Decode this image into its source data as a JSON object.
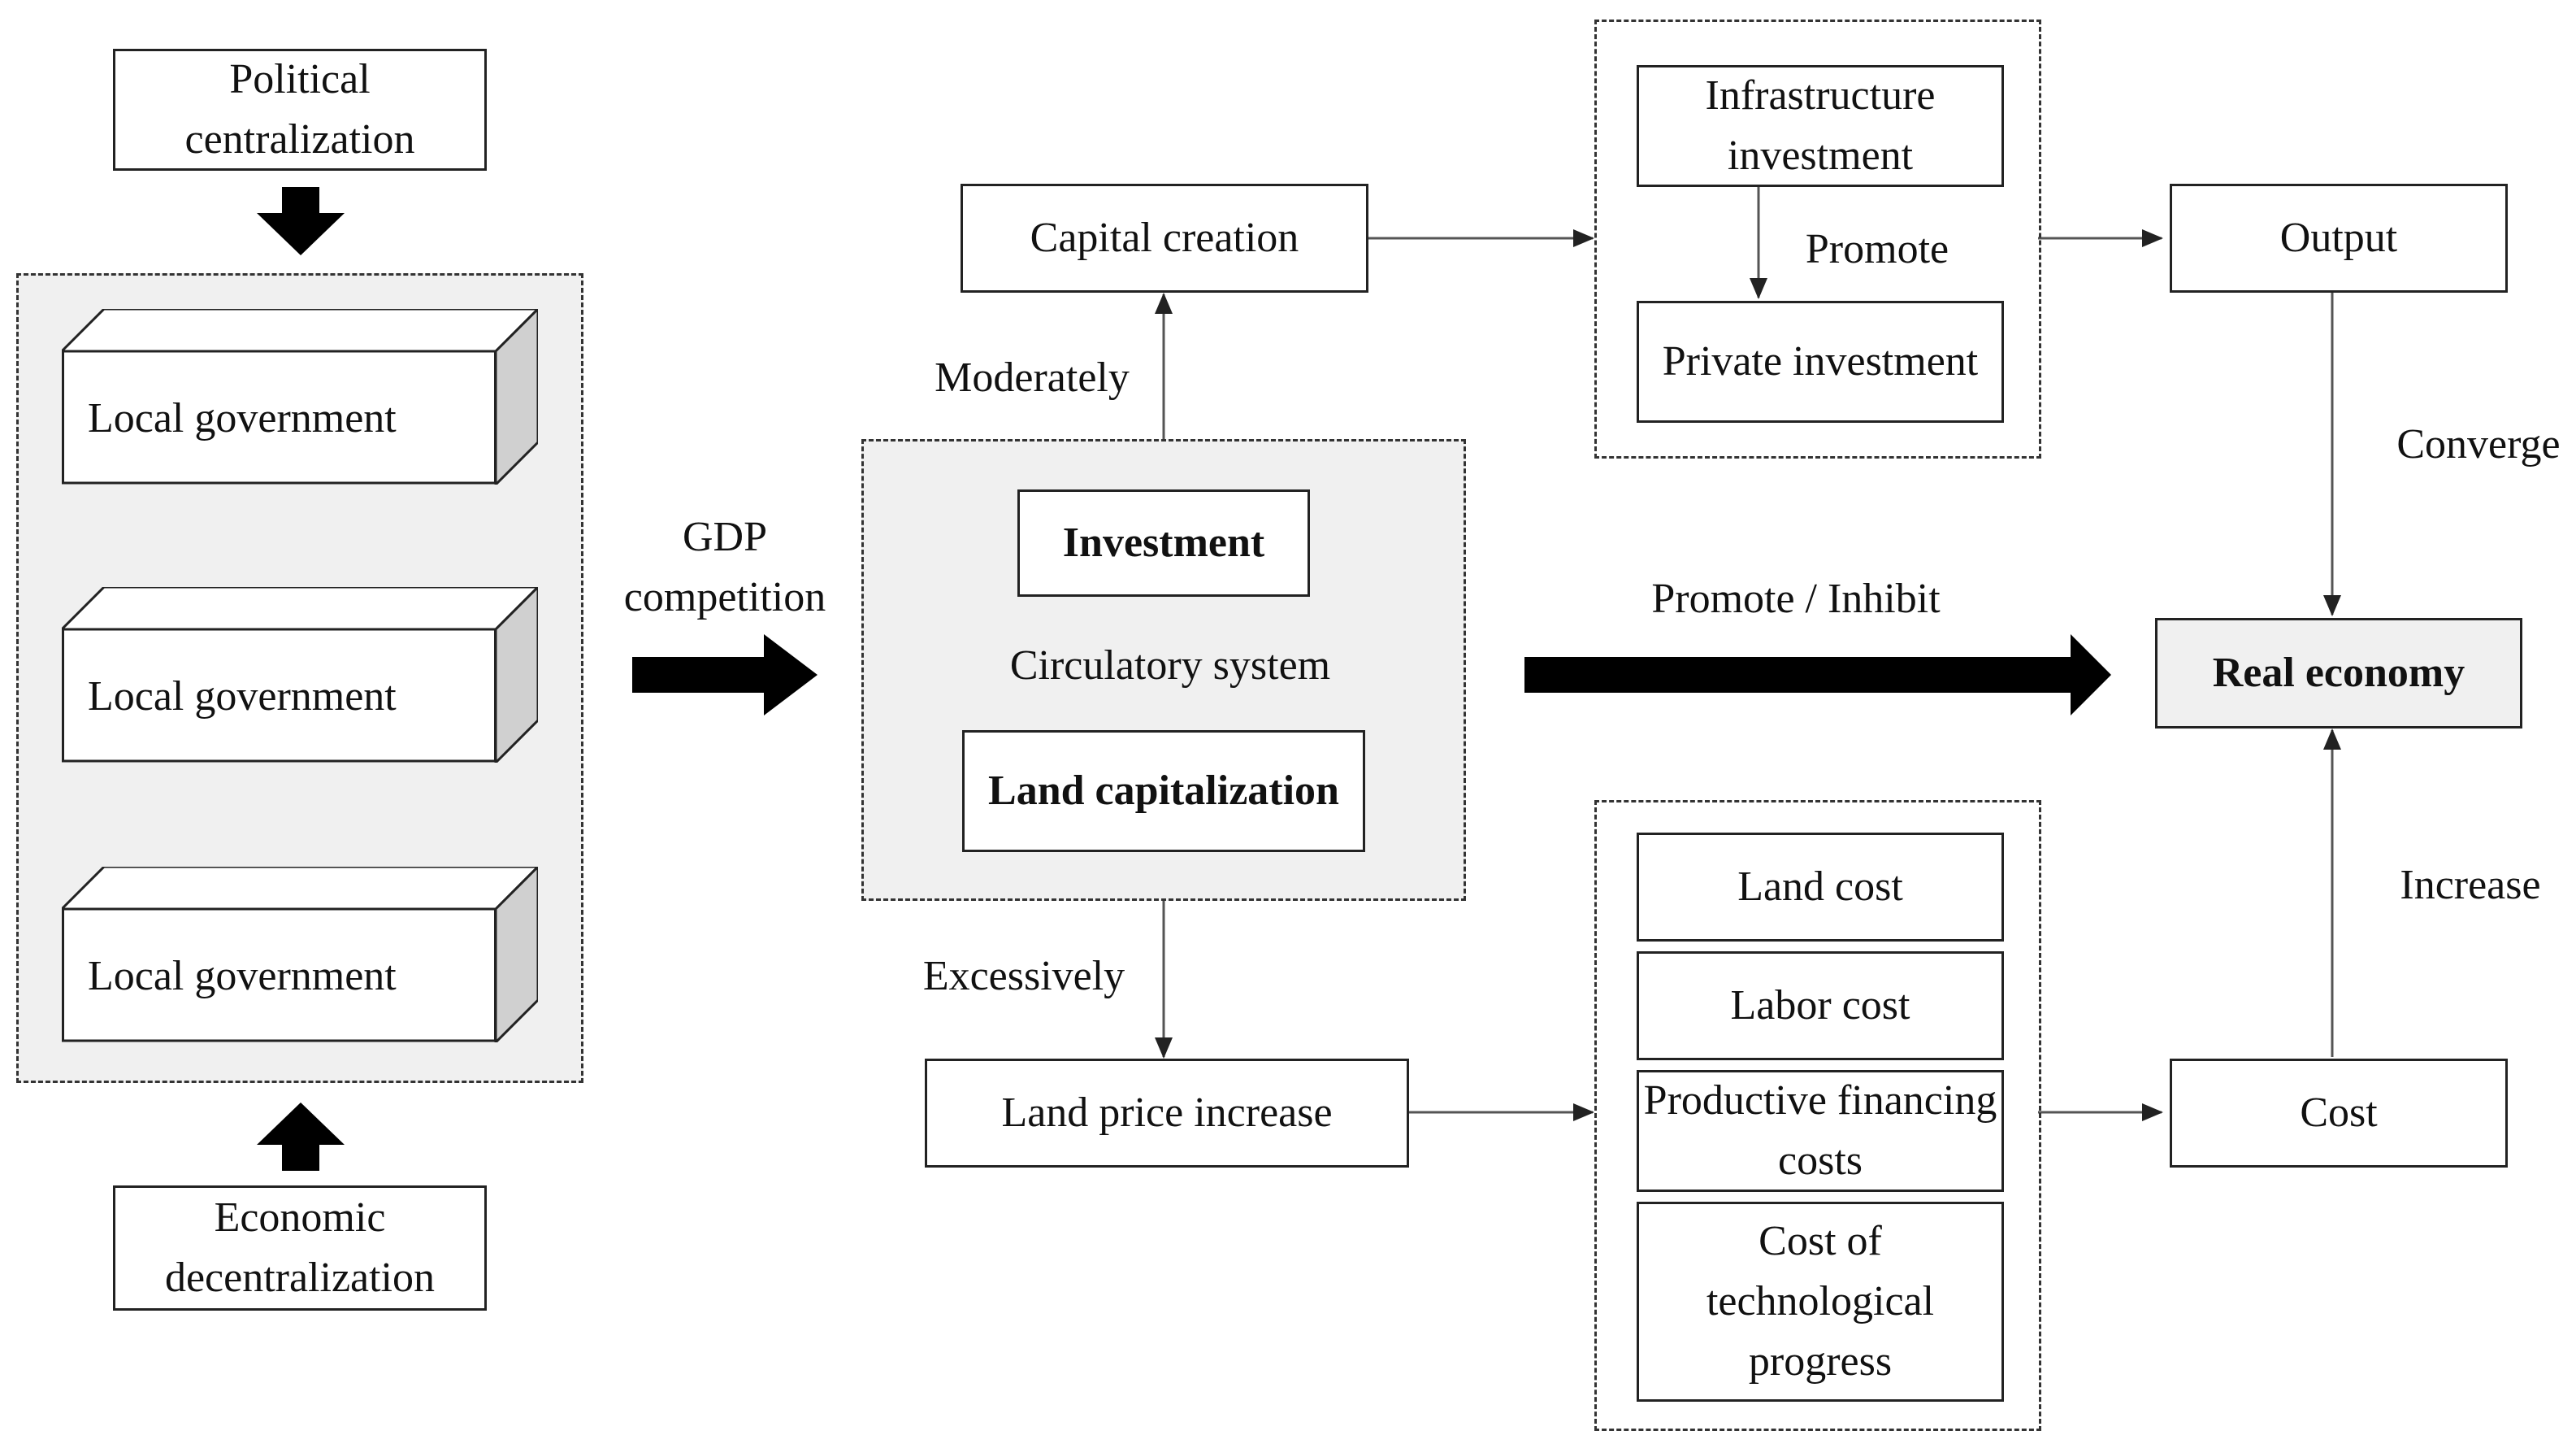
{
  "left_column": {
    "political_centralization": "Political centralization",
    "economic_decentralization": "Economic decentralization",
    "local_governments": [
      "Local government",
      "Local government",
      "Local government"
    ]
  },
  "gdp_competition": "GDP competition",
  "circulatory": {
    "investment": "Investment",
    "system_label": "Circulatory system",
    "land_capitalization": "Land capitalization"
  },
  "upper_path": {
    "moderately": "Moderately",
    "capital_creation": "Capital creation",
    "infrastructure_investment": "Infrastructure investment",
    "promote": "Promote",
    "private_investment": "Private investment",
    "output": "Output",
    "converge": "Converge"
  },
  "middle_arrow_label": "Promote / Inhibit",
  "real_economy": "Real economy",
  "lower_path": {
    "excessively": "Excessively",
    "land_price_increase": "Land price increase",
    "costs": [
      "Land cost",
      "Labor cost",
      "Productive financing costs",
      "Cost of technological progress"
    ],
    "cost": "Cost",
    "increase": "Increase"
  }
}
